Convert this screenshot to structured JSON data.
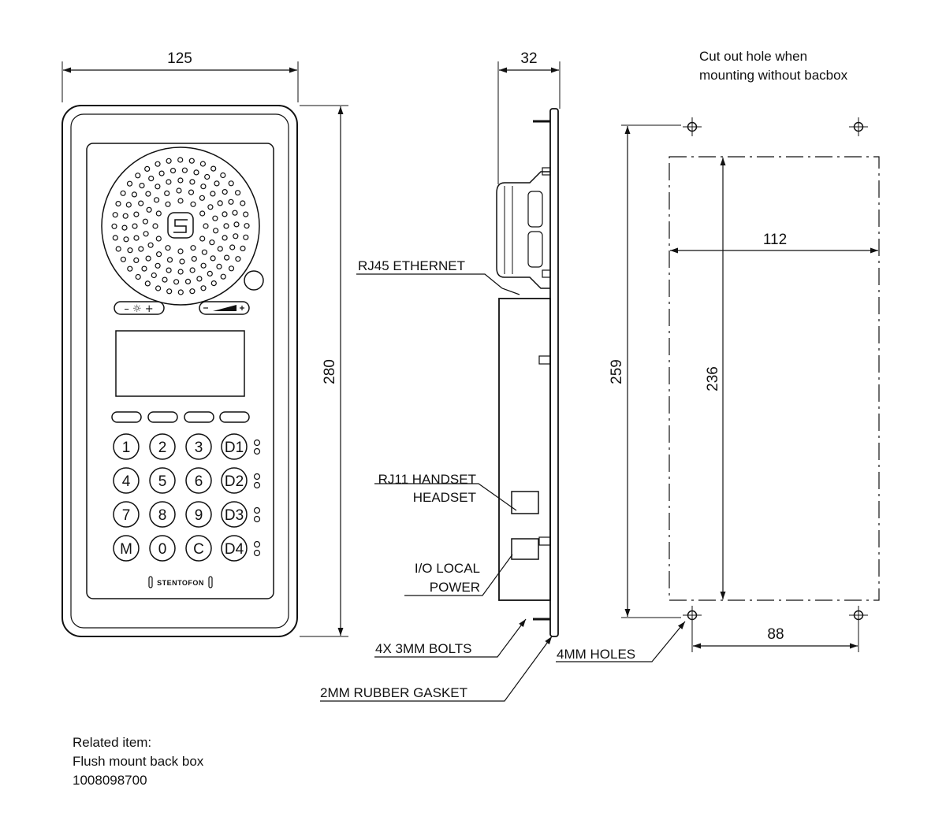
{
  "front_view": {
    "width_dim": "125",
    "height_dim": "280",
    "brand": "STENTOFON",
    "keys": [
      [
        "1",
        "2",
        "3",
        "D1"
      ],
      [
        "4",
        "5",
        "6",
        "D2"
      ],
      [
        "7",
        "8",
        "9",
        "D3"
      ],
      [
        "M",
        "0",
        "C",
        "D4"
      ]
    ]
  },
  "side_view": {
    "depth_dim": "32",
    "callouts": {
      "rj45": "RJ45 ETHERNET",
      "rj11_line1": "RJ11 HANDSET",
      "rj11_line2": "HEADSET",
      "io_line1": "I/O LOCAL",
      "io_line2": "POWER",
      "bolts": "4X 3MM BOLTS",
      "gasket": "2MM RUBBER GASKET"
    }
  },
  "cutout_view": {
    "title_line1": "Cut out hole when",
    "title_line2": "mounting without bacbox",
    "width_dim": "112",
    "height_outer_dim": "259",
    "height_inner_dim": "236",
    "hole_spacing_dim": "88",
    "holes_label": "4MM HOLES"
  },
  "related": {
    "line1": "Related item:",
    "line2": "Flush mount back box",
    "line3": "1008098700"
  }
}
